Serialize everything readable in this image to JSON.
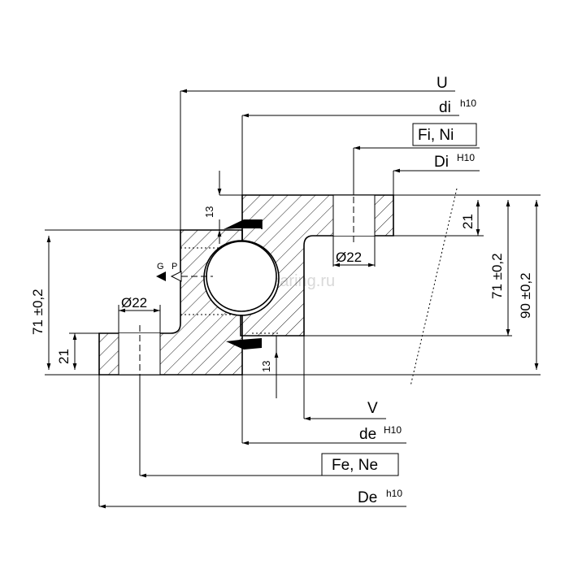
{
  "labels": {
    "U": "U",
    "di": "di",
    "di_tol": "h10",
    "Fi_Ni": "Fi, Ni",
    "Di": "Di",
    "Di_tol": "H10",
    "V": "V",
    "de": "de",
    "de_tol": "H10",
    "Fe_Ne": "Fe, Ne",
    "De": "De",
    "De_tol": "h10"
  },
  "dimensions": {
    "h13_top": "13",
    "h13_bottom": "13",
    "h21_right": "21",
    "h21_left": "21",
    "hole_top": "Ø22",
    "hole_bottom": "Ø22",
    "h71_left": "71 ±0,2",
    "h71_right": "71 ±0,2",
    "h90_right": "90 ±0,2"
  },
  "markers": {
    "G": "G",
    "P": "P"
  },
  "watermark": "technobearing.ru"
}
